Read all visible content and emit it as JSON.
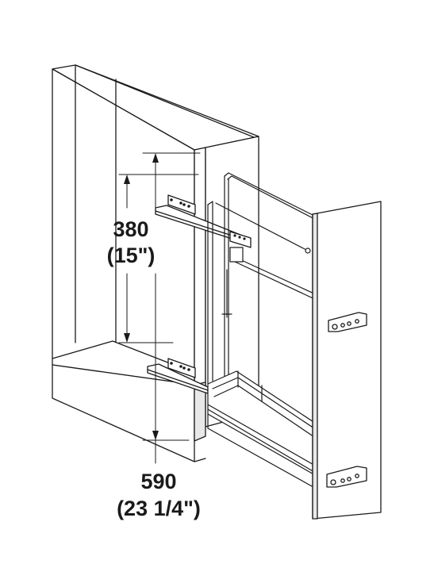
{
  "dimensions": {
    "upper_mm": "380",
    "upper_in": "(15\")",
    "lower_mm": "590",
    "lower_in": "(23 1/4\")"
  },
  "colors": {
    "line": "#1a1a1a",
    "cabinet_fill": "#ffffff",
    "shade": "#e8e8e8"
  }
}
